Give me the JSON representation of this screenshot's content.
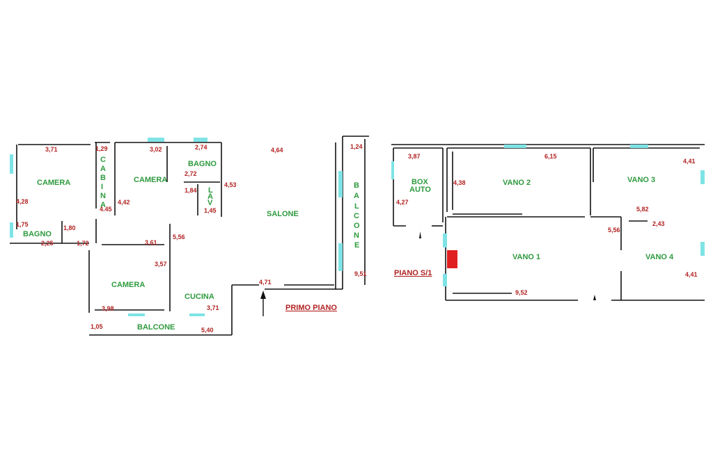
{
  "floors": {
    "primo_piano": {
      "title": "PRIMO PIANO",
      "rooms": {
        "camera_1": "CAMERA",
        "cabina": [
          "C",
          "A",
          "B",
          "I",
          "N",
          "A"
        ],
        "camera_2": "CAMERA",
        "bagno_1": "BAGNO",
        "lav": [
          "L",
          "A",
          "V"
        ],
        "salone": "SALONE",
        "balcone_v": [
          "B",
          "A",
          "L",
          "C",
          "O",
          "N",
          "E"
        ],
        "bagno_2": "BAGNO",
        "camera_3": "CAMERA",
        "cucina": "CUCINA",
        "balcone": "BALCONE"
      },
      "dims": {
        "d1": "3,71",
        "d2": "1,29",
        "d3": "3,02",
        "d4": "2,74",
        "d5": "4,64",
        "d6": "1,24",
        "d7": "2,72",
        "d8": "1,84",
        "d9": "4,53",
        "d10": "1,45",
        "d11": "4,28",
        "d12": "4.45",
        "d13": "4,42",
        "d14": "1,75",
        "d15": "1,80",
        "d16": "2,25",
        "d17": "1,72",
        "d18": "3,61",
        "d19": "5,56",
        "d20": "3,57",
        "d21": "4,71",
        "d22": "9,51",
        "d23": "3,98",
        "d24": "3,71",
        "d25": "1,05",
        "d26": "5,40"
      }
    },
    "piano_s1": {
      "title": "PIANO S/1",
      "rooms": {
        "box": "BOX",
        "auto": "AUTO",
        "vano_2": "VANO 2",
        "vano_3": "VANO 3",
        "vano_1": "VANO 1",
        "vano_4": "VANO 4"
      },
      "dims": {
        "e1": "3,87",
        "e2": "6,15",
        "e3": "4,41",
        "e4": "4,38",
        "e5": "4,27",
        "e6": "5,82",
        "e7": "2,43",
        "e8": "5,56",
        "e9": "4,41",
        "e10": "9,52"
      }
    }
  },
  "colors": {
    "room_label": "#2e9a3e",
    "dimension": "#b22222",
    "window": "#7fe3e6",
    "wall": "#111111",
    "red_block": "#e02020"
  }
}
